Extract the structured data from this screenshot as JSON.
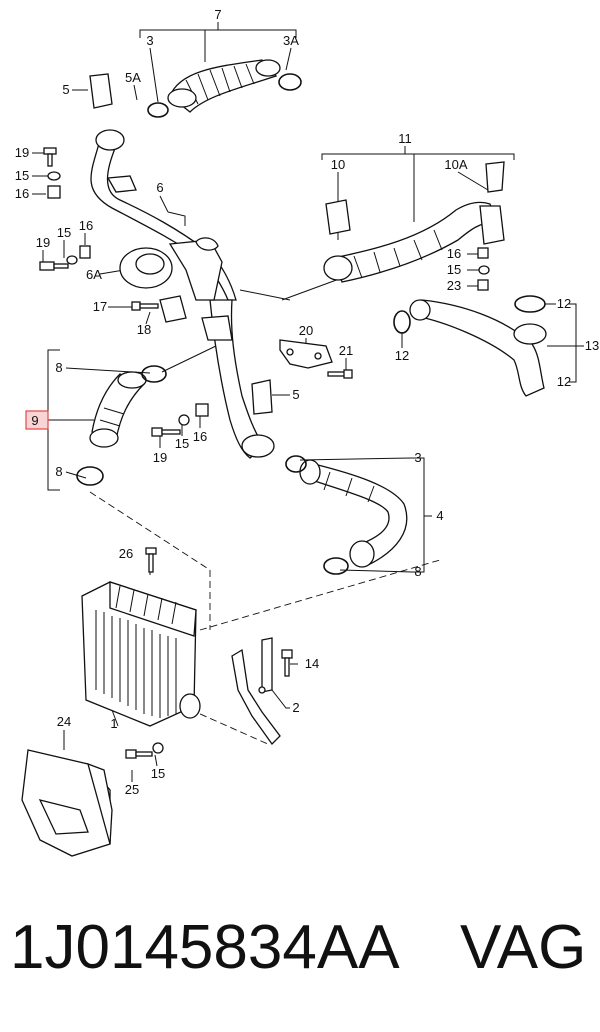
{
  "diagram": {
    "labels": {
      "l1": "1",
      "l2": "2",
      "l3a": "3",
      "l3b": "3",
      "l3A": "3A",
      "l4": "4",
      "l5a": "5",
      "l5b": "5",
      "l5A": "5A",
      "l6": "6",
      "l6A": "6A",
      "l7": "7",
      "l8a": "8",
      "l8b": "8",
      "l8c": "8",
      "l9": "9",
      "l10": "10",
      "l10A": "10A",
      "l11": "11",
      "l12a": "12",
      "l12b": "12",
      "l12c": "12",
      "l13": "13",
      "l14": "14",
      "l15a": "15",
      "l15b": "15",
      "l15c": "15",
      "l15d": "15",
      "l15e": "15",
      "l16a": "16",
      "l16b": "16",
      "l16c": "16",
      "l16d": "16",
      "l17": "17",
      "l18": "18",
      "l19a": "19",
      "l19b": "19",
      "l19c": "19",
      "l20": "20",
      "l21": "21",
      "l23": "23",
      "l24": "24",
      "l25": "25",
      "l26": "26"
    },
    "highlight_color": "#e04848",
    "highlight_fill": "#f8d4d4"
  },
  "caption": {
    "part_number": "1J0145834AA",
    "brand": "VAG"
  }
}
